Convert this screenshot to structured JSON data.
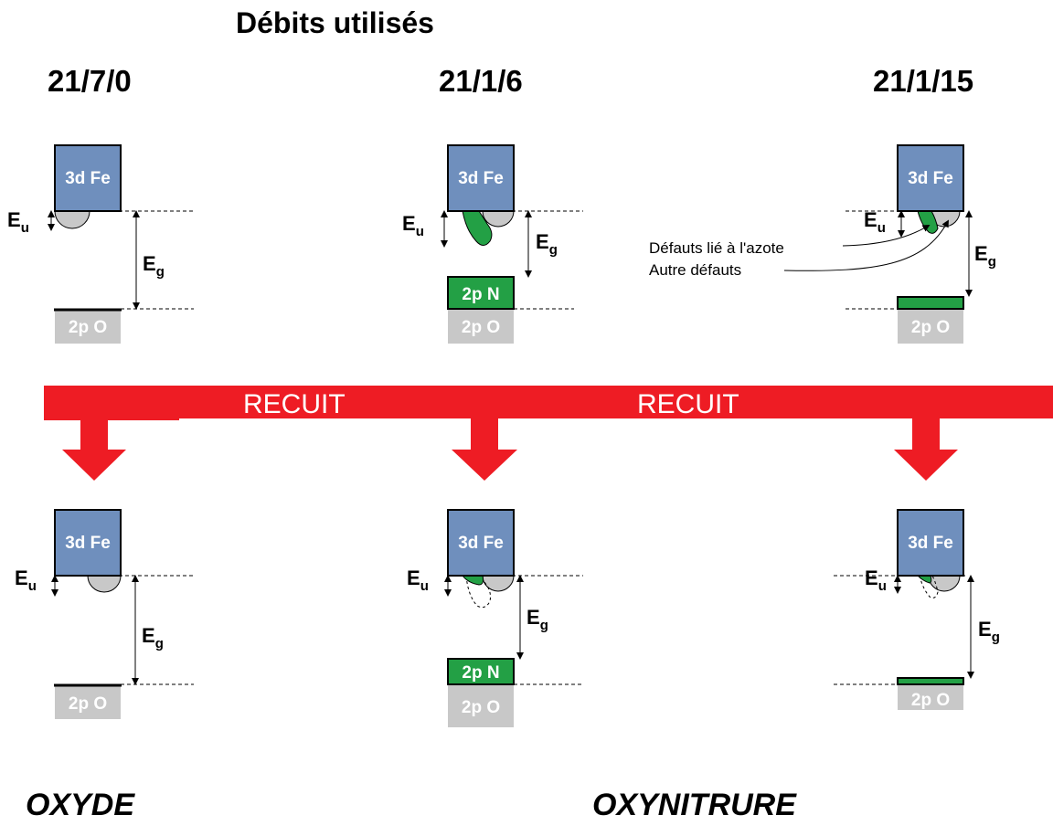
{
  "title": "Débits utilisés",
  "ratios": [
    "21/7/0",
    "21/1/6",
    "21/1/15"
  ],
  "bands": {
    "fe": "3d Fe",
    "n": "2p N",
    "o": "2p O"
  },
  "energy": {
    "u_main": "E",
    "u_sub": "u",
    "g_main": "E",
    "g_sub": "g"
  },
  "anneal_label": "RECUIT",
  "defects": {
    "nitrogen": "Défauts lié à l'azote",
    "other": "Autre défauts"
  },
  "footer": {
    "left": "OXYDE",
    "right": "OXYNITRURE"
  },
  "colors": {
    "fe_band": "#6f8fbd",
    "o_band": "#c8c8c8",
    "n_band": "#23a045",
    "defect_fill": "#23a045",
    "arrow": "#ee1c24",
    "gray_bump": "#c8c8c8"
  }
}
